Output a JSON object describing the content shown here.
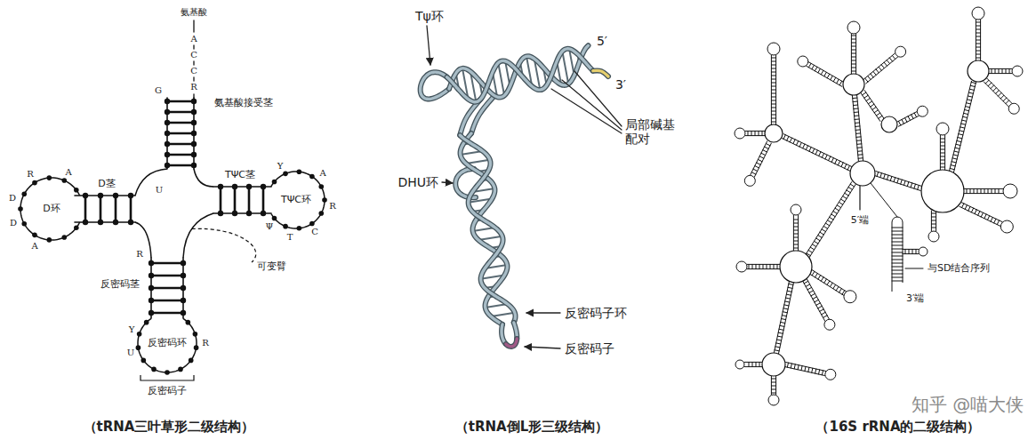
{
  "diagram": {
    "labels": [
      "氨基酸",
      "A",
      "C",
      "C",
      "R",
      "G",
      "氨基酸接受茎",
      "D茎",
      "R",
      "A",
      "D",
      "D",
      "A",
      "D环",
      "U",
      "TΨC茎",
      "Y",
      "A",
      "R",
      "C",
      "T",
      "Ψ",
      "TΨC环",
      "可变臂",
      "R",
      "反密码茎",
      "Y",
      "U",
      "反密码环",
      "R",
      "反密码子",
      "（tRNA三叶草形二级结构）",
      "Tψ环",
      "5′",
      "3′",
      "局部碱基配对",
      "DHU环",
      "反密码子环",
      "反密码子",
      "（tRNA倒L形三级结构）",
      "5′端",
      "与SD结合序列",
      "3′端",
      "（16S rRNA的二级结构）",
      "知乎 @喵大侠"
    ]
  }
}
